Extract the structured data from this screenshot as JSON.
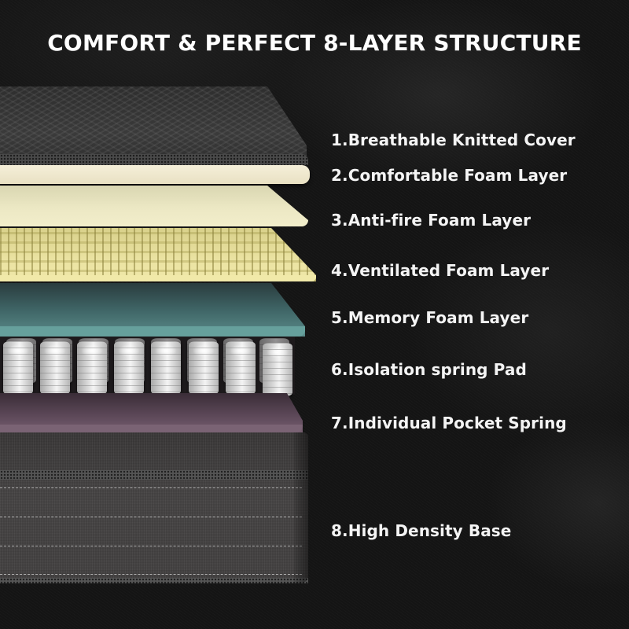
{
  "title": "COMFORT & PERFECT 8-LAYER STRUCTURE",
  "layers": [
    {
      "number": 1,
      "label": "1.Breathable Knitted Cover",
      "color": "#363636"
    },
    {
      "number": 2,
      "label": "2.Comfortable Foam Layer",
      "color": "#f2ecd2"
    },
    {
      "number": 3,
      "label": "3.Anti-fire Foam Layer",
      "color": "#ece8c4"
    },
    {
      "number": 4,
      "label": "4.Ventilated Foam Layer",
      "color": "#ebe3a2"
    },
    {
      "number": 5,
      "label": "5.Memory Foam Layer",
      "color": "#5b8c8a"
    },
    {
      "number": 6,
      "label": "6.Isolation spring Pad",
      "color": "#e6e6e6"
    },
    {
      "number": 7,
      "label": "7.Individual Pocket Spring",
      "color": "#6a5566"
    },
    {
      "number": 8,
      "label": "8.High Density Base",
      "color": "#444242"
    }
  ],
  "colors": {
    "background": "#141414",
    "text": "#f4f4f4"
  }
}
